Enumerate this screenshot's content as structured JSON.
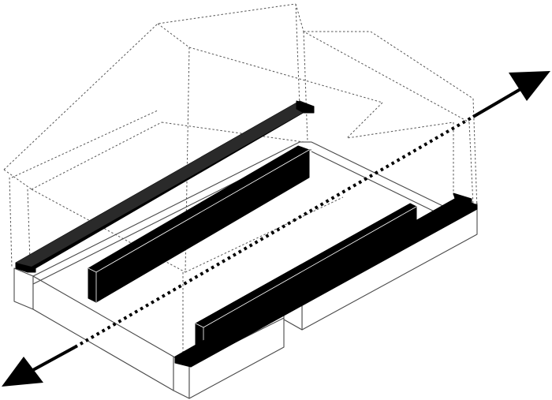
{
  "diagram": {
    "type": "axonometric-building-section",
    "description_visible_text": [],
    "stroke_color": "#000000",
    "wireframe_color": "#555555",
    "base_outline_color": "#4a4a4a",
    "background_color": "#ffffff",
    "elements": [
      {
        "name": "roof-wireframe",
        "style": "dotted"
      },
      {
        "name": "base-platform",
        "style": "outlined"
      },
      {
        "name": "left-rail-bar",
        "style": "solid-black"
      },
      {
        "name": "center-wall-block",
        "style": "solid-black"
      },
      {
        "name": "right-wall-block",
        "style": "solid-black"
      },
      {
        "name": "circulation-axis-arrow",
        "style": "dotted-with-solid-arrowheads"
      }
    ]
  }
}
